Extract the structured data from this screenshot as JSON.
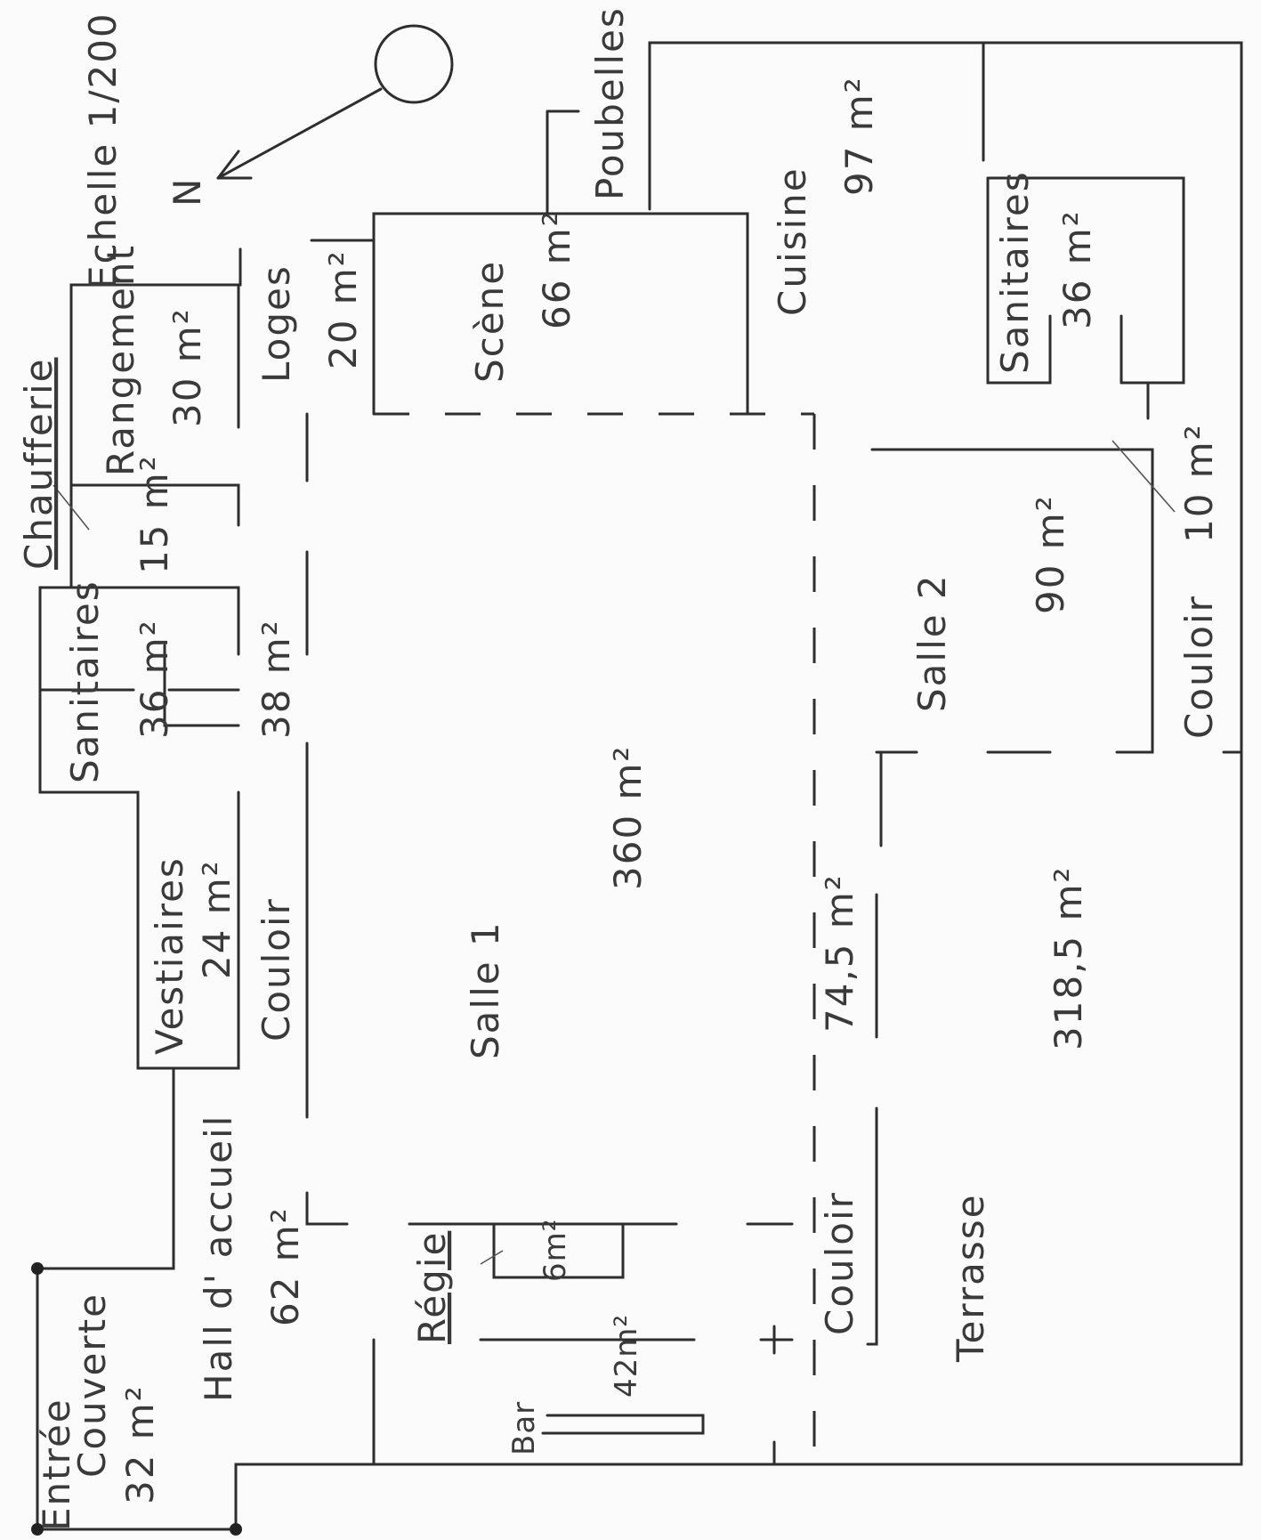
{
  "scale": "Echelle 1/200",
  "north": "N",
  "rooms": {
    "entree": {
      "name": "Entrée",
      "name2": "Couverte",
      "area": "32 m²"
    },
    "hall": {
      "name": "Hall d' accueil",
      "area": "62 m²"
    },
    "vestiaires": {
      "name": "Vestiaires",
      "area": "24 m²"
    },
    "sanitaires1": {
      "name": "Sanitaires",
      "area": "36 m²"
    },
    "chaufferie": {
      "name": "Chaufferie",
      "area": "15 m²"
    },
    "rangement": {
      "name": "Rangement",
      "area": "30 m²"
    },
    "couloir1": {
      "name": "Couloir",
      "area": "38 m²"
    },
    "loges": {
      "name": "Loges",
      "area": "20 m²"
    },
    "scene": {
      "name": "Scène",
      "area": "66 m²"
    },
    "poubelles": {
      "name": "Poubelles"
    },
    "cuisine": {
      "name": "Cuisine",
      "area": "97 m²"
    },
    "salle1": {
      "name": "Salle 1",
      "area": "360 m²"
    },
    "regie": {
      "name": "Régie",
      "area": "6m²"
    },
    "bar": {
      "name": "Bar",
      "area": "42m²"
    },
    "couloir2": {
      "name": "Couloir",
      "area": "74,5 m²"
    },
    "salle2": {
      "name": "Salle 2",
      "area": "90 m²"
    },
    "sanitaires2": {
      "name": "Sanitaires",
      "area": "36 m²"
    },
    "couloir3": {
      "name": "Couloir",
      "area": "10 m²"
    },
    "terrasse": {
      "name": "Terrasse",
      "area": "318,5 m²"
    }
  }
}
